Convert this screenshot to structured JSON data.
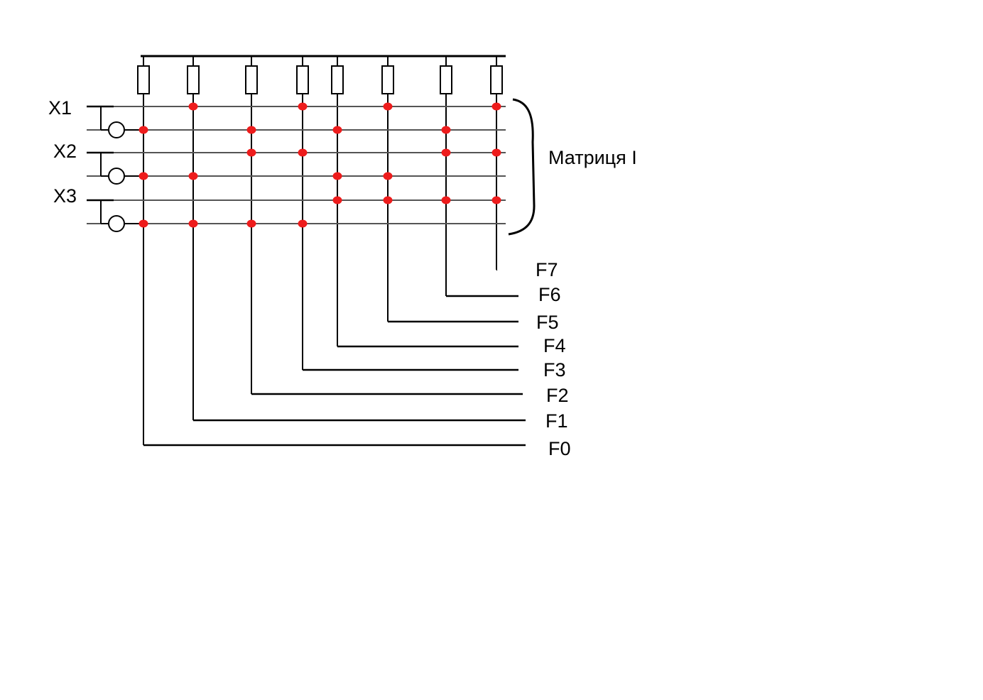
{
  "inputs": [
    {
      "label": "X1"
    },
    {
      "label": "X2"
    },
    {
      "label": "X3"
    }
  ],
  "bracket_label": "Матриця I",
  "outputs": [
    "F0",
    "F1",
    "F2",
    "F3",
    "F4",
    "F5",
    "F6",
    "F7"
  ],
  "connections": [
    [
      false,
      true,
      false,
      true,
      false,
      true,
      false,
      true
    ],
    [
      true,
      false,
      true,
      false,
      true,
      false,
      true,
      false
    ],
    [
      false,
      false,
      true,
      true,
      false,
      false,
      true,
      true
    ],
    [
      true,
      true,
      false,
      false,
      true,
      true,
      false,
      false
    ],
    [
      false,
      false,
      false,
      false,
      true,
      true,
      true,
      true
    ],
    [
      true,
      true,
      true,
      true,
      false,
      false,
      false,
      false
    ]
  ],
  "colors": {
    "line": "#000000",
    "dot": "#ee1c1c"
  }
}
